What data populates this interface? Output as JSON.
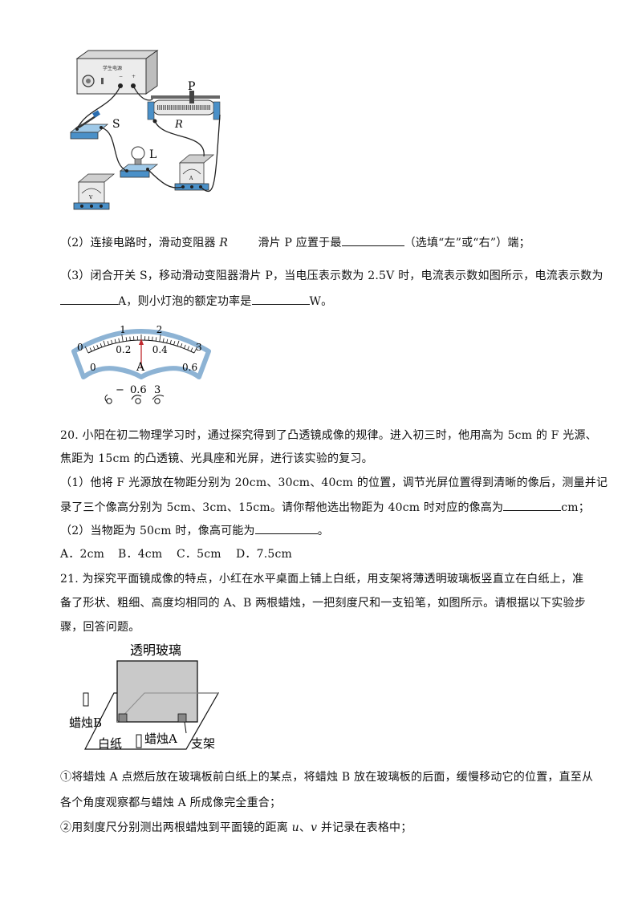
{
  "fig_circuit": {
    "label_P": "P",
    "label_R": "R",
    "label_S": "S",
    "label_L": "L",
    "ammeter_letter": "A",
    "voltmeter_letter": "V",
    "supply_plate": "学生电源"
  },
  "q19": {
    "part2_a": "（2）连接电路时，滑动变阻器",
    "part2_r": "R",
    "part2_b": "滑片 P 应置于最",
    "part2_c": "（选填“左”或“右”）端；",
    "part3_line1": "（3）闭合开关 S，移动滑动变阻器滑片 P，当电压表示数为 2.5V 时，电流表示数如图所示，电流表示数为",
    "part3_a": "A，则小灯泡的额定功率是",
    "part3_b": "W。"
  },
  "fig_ammeter": {
    "top_scale": [
      "0",
      "1",
      "2",
      "3"
    ],
    "bottom_scale": [
      "0",
      "0.2",
      "0.4",
      "0.6"
    ],
    "unit": "A",
    "terminals": [
      "−",
      "0.6",
      "3"
    ]
  },
  "q20": {
    "line1": "20. 小阳在初二物理学习时，通过探究得到了凸透镜成像的规律。进入初三时，他用高为 5cm 的 F 光源、",
    "line2": "焦距为 15cm 的凸透镜、光具座和光屏，进行该实验的复习。",
    "line3": "（1）他将 F 光源放在物距分别为 20cm、30cm、40cm 的位置，调节光屏位置得到清晰的像后，测量并记",
    "line4_a": "录了三个像高分别为 5cm、3cm、15cm。请你帮他选出物距为 40cm 时对应的像高为",
    "line4_b": "cm；",
    "line5_a": "（2）当物距为 50cm 时，像高可能为",
    "line5_b": "。",
    "options": [
      "A．2cm",
      "B．4cm",
      "C．5cm",
      "D．7.5cm"
    ]
  },
  "q21": {
    "line1": "21. 为探究平面镜成像的特点，小红在水平桌面上铺上白纸，用支架将薄透明玻璃板竖直立在白纸上，准",
    "line2": "备了形状、粗细、高度均相同的 A、B 两根蜡烛，一把刻度尺和一支铅笔，如图所示。请根据以下实验步",
    "line3": "骤，回答问题。",
    "step1_line1": "①将蜡烛 A 点燃后放在玻璃板前白纸上的某点，将蜡烛 B 放在玻璃板的后面，缓慢移动它的位置，直至从",
    "step1_line2": "各个角度观察都与蜡烛 A 所成像完全重合；",
    "step2_a": "②用刻度尺分别测出两根蜡烛到平面镜的距离",
    "step2_u": "u",
    "step2_sep": "、",
    "step2_v": "v",
    "step2_b": "并记录在表格中；"
  },
  "fig_mirror": {
    "glass_label": "透明玻璃",
    "candle_b": "蜡烛B",
    "candle_a": "蜡烛A",
    "paper": "白纸",
    "stand": "支架"
  }
}
